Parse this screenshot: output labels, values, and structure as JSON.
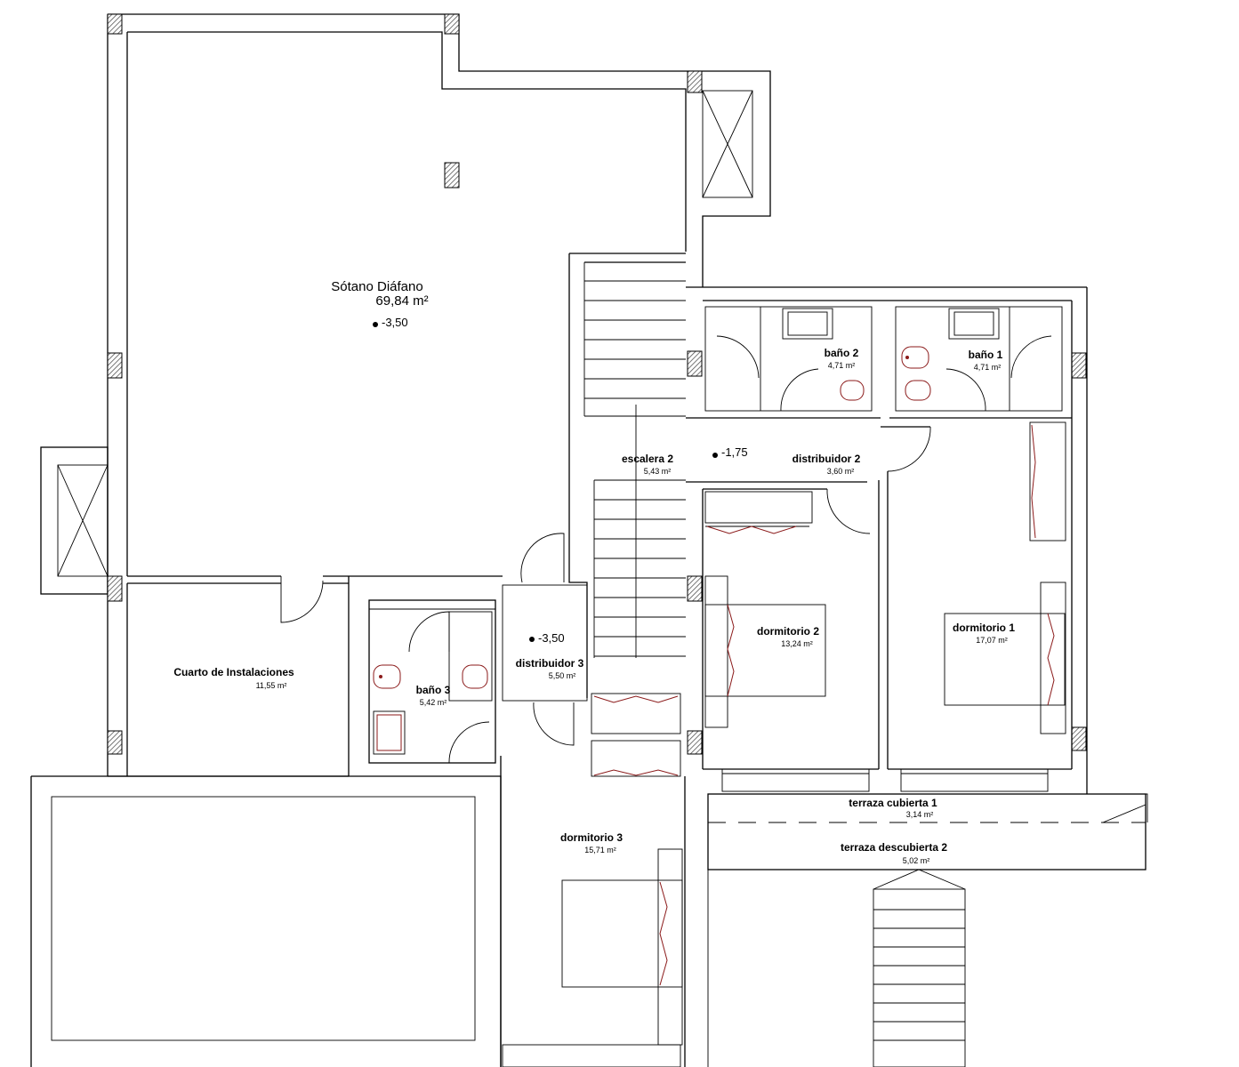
{
  "rooms": {
    "sotano": {
      "name": "Sótano Diáfano",
      "area": "69,84 m²",
      "level": "-3,50"
    },
    "instalaciones": {
      "name": "Cuarto de Instalaciones",
      "area": "11,55 m²"
    },
    "bano1": {
      "name": "baño 1",
      "area": "4,71 m²"
    },
    "bano2": {
      "name": "baño 2",
      "area": "4,71 m²"
    },
    "bano3": {
      "name": "baño 3",
      "area": "5,42 m²"
    },
    "escalera2": {
      "name": "escalera 2",
      "area": "5,43 m²"
    },
    "distribuidor2": {
      "name": "distribuidor 2",
      "area": "3,60 m²"
    },
    "distribuidor3": {
      "name": "distribuidor 3",
      "area": "5,50 m²"
    },
    "dormitorio1": {
      "name": "dormitorio 1",
      "area": "17,07 m²"
    },
    "dormitorio2": {
      "name": "dormitorio 2",
      "area": "13,24 m²"
    },
    "dormitorio3": {
      "name": "dormitorio 3",
      "area": "15,71 m²"
    },
    "terraza1": {
      "name": "terraza cubierta 1",
      "area": "3,14 m²"
    },
    "terraza2": {
      "name": "terraza descubierta 2",
      "area": "5,02 m²"
    }
  },
  "levels": {
    "mid": "-1,75",
    "lower": "-3,50"
  },
  "colors": {
    "wall": "#000000",
    "fixture": "#8b1a1a",
    "background": "#ffffff"
  }
}
